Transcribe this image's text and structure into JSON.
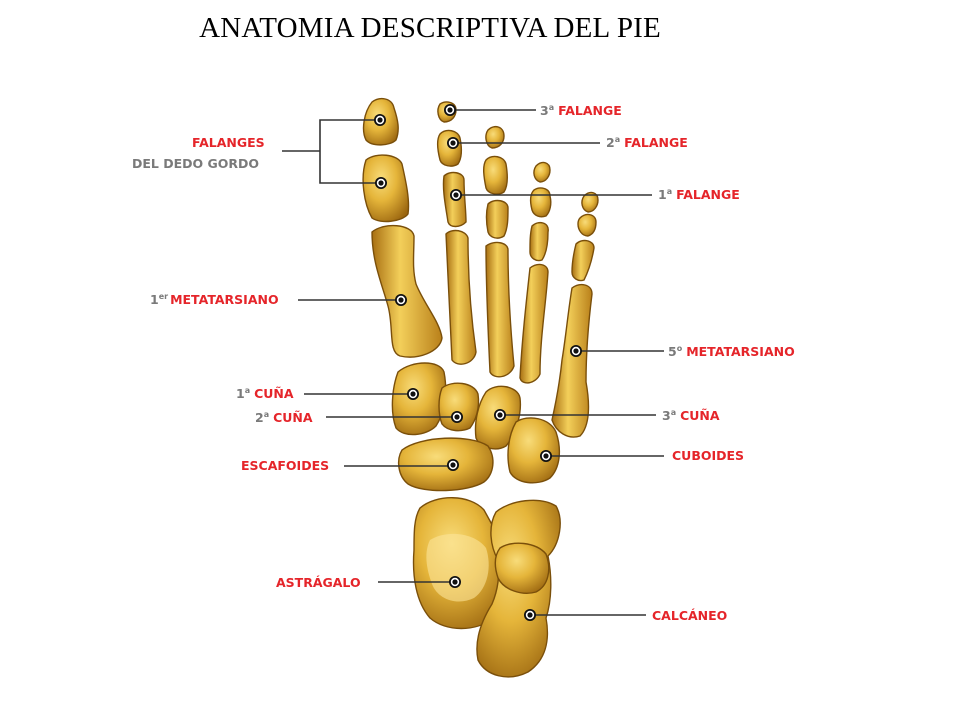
{
  "title": "ANATOMIA DESCRIPTIVA DEL PIE",
  "colors": {
    "label_red": "#e5252a",
    "label_grey": "#7a7a7a",
    "bone_light": "#f2c94c",
    "bone_mid": "#d89a1c",
    "bone_dark": "#8a5a0c"
  },
  "labels": {
    "falanges": "FALANGES",
    "del_dedo_gordo": "DEL DEDO GORDO",
    "falange_3": {
      "num": "3",
      "sup": "a",
      "text": "FALANGE"
    },
    "falange_2": {
      "num": "2",
      "sup": "a",
      "text": "FALANGE"
    },
    "falange_1": {
      "num": "1",
      "sup": "a",
      "text": "FALANGE"
    },
    "metatarsiano_1": {
      "num": "1",
      "sup": "er",
      "text": "METATARSIANO"
    },
    "metatarsiano_5": {
      "num": "5",
      "sup": "o",
      "text": "METATARSIANO"
    },
    "cuna_1": {
      "num": "1",
      "sup": "a",
      "text": "CUÑA"
    },
    "cuna_2": {
      "num": "2",
      "sup": "a",
      "text": "CUÑA"
    },
    "cuna_3": {
      "num": "3",
      "sup": "a",
      "text": "CUÑA"
    },
    "escafoides": "ESCAFOIDES",
    "cuboides": "CUBOIDES",
    "astragalo": "ASTRÁGALO",
    "calcaneo": "CALCÁNEO"
  }
}
